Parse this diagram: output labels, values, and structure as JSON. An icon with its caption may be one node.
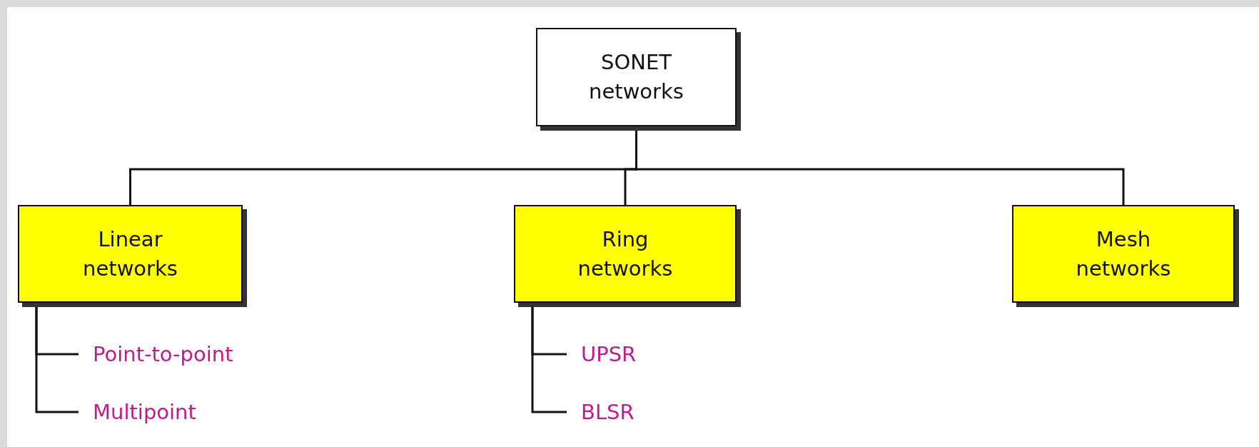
{
  "diagram": {
    "nodes": [
      {
        "text": [
          "SONET networks"
        ]
      },
      {
        "text": [
          "Linear networks"
        ]
      },
      {
        "text": [
          "Ring networks"
        ]
      },
      {
        "text": [
          "Mesh networks"
        ]
      },
      {
        "text": [
          "Point-to-point"
        ]
      },
      {
        "text": [
          "Multipoint"
        ]
      },
      {
        "text": [
          "UPSR"
        ]
      },
      {
        "text": [
          "BLSR"
        ]
      }
    ],
    "edges": [
      {
        "from": 0,
        "to": 1,
        "arrow": "none"
      },
      {
        "from": 0,
        "to": 2,
        "arrow": "none"
      },
      {
        "from": 0,
        "to": 3,
        "arrow": "none"
      },
      {
        "from": 1,
        "to": 4,
        "arrow": "none"
      },
      {
        "from": 1,
        "to": 5,
        "arrow": "none"
      },
      {
        "from": 2,
        "to": 6,
        "arrow": "none"
      },
      {
        "from": 2,
        "to": 7,
        "arrow": "none"
      }
    ]
  }
}
